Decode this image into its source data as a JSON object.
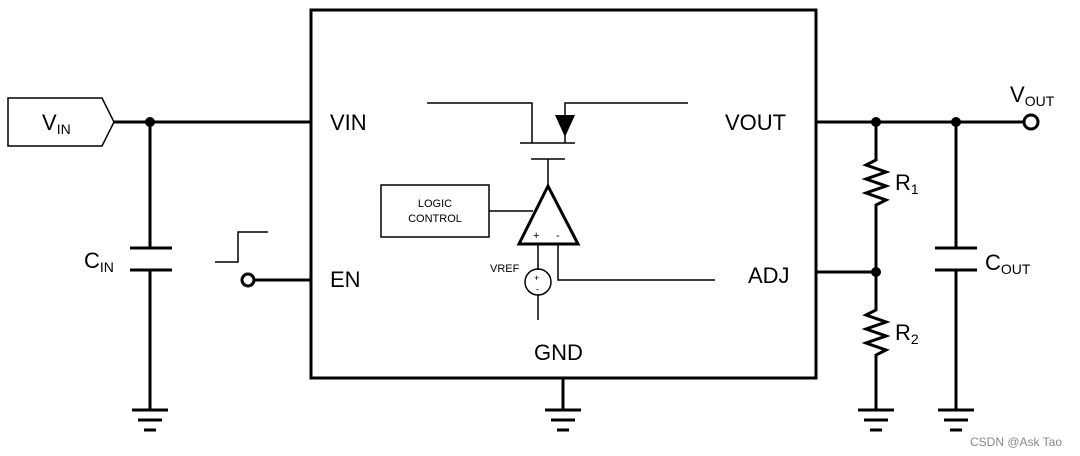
{
  "title": "LDO regulator schematic",
  "labels": {
    "vin_port": "V",
    "vin_port_sub": "IN",
    "cin": "C",
    "cin_sub": "IN",
    "pin_vin": "VIN",
    "pin_en": "EN",
    "pin_gnd": "GND",
    "pin_vout": "VOUT",
    "pin_adj": "ADJ",
    "logic_line1": "LOGIC",
    "logic_line2": "CONTROL",
    "vref": "VREF",
    "plus": "+",
    "minus": "-",
    "r1": "R",
    "r1_sub": "1",
    "r2": "R",
    "r2_sub": "2",
    "cout": "C",
    "cout_sub": "OUT",
    "vout": "V",
    "vout_sub": "OUT"
  },
  "watermark": "CSDN @Ask Tao"
}
